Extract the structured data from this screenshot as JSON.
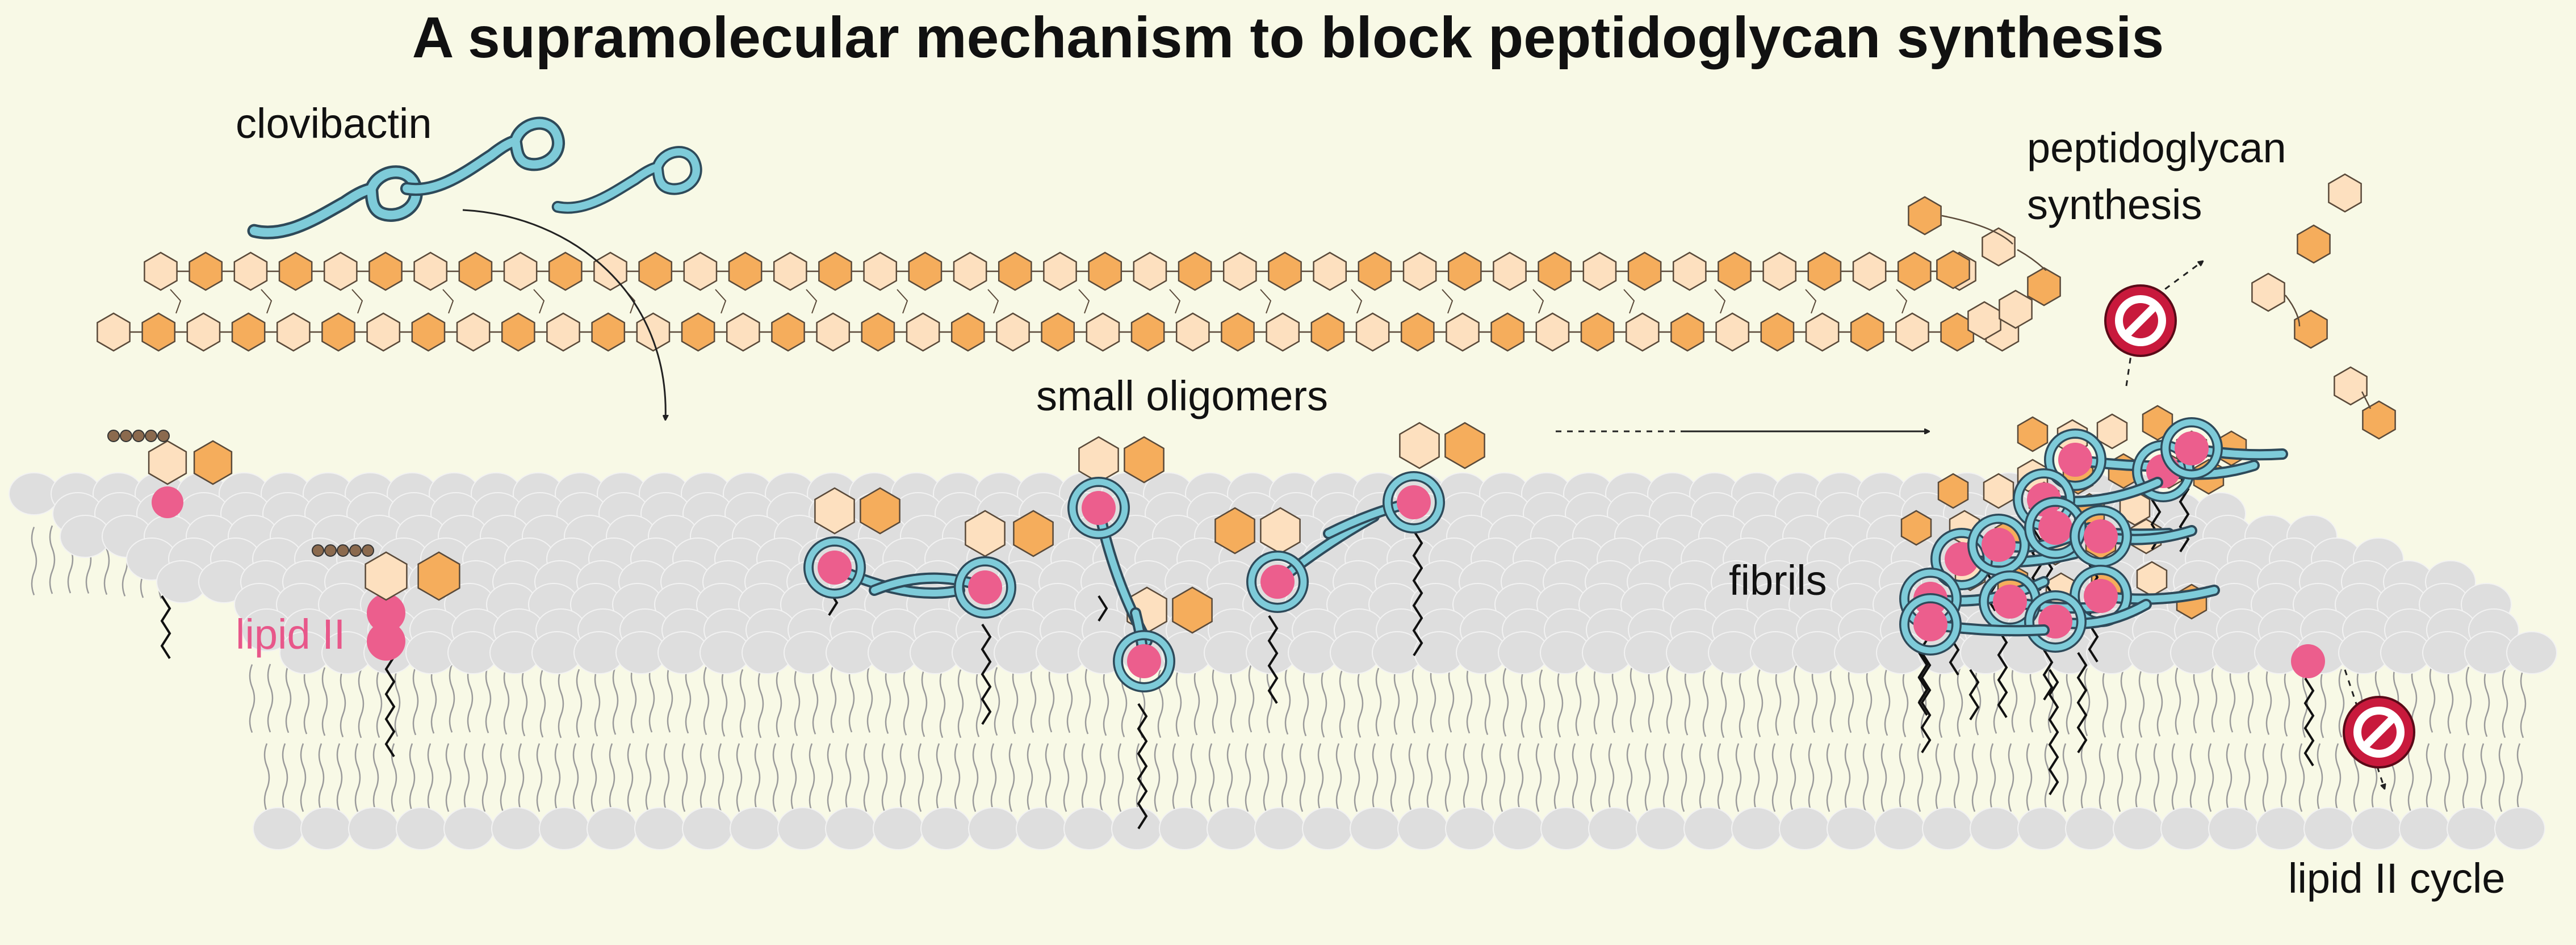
{
  "title": "A supramolecular mechanism to block peptidoglycan synthesis",
  "labels": {
    "clovibactin": "clovibactin",
    "small_oligomers": "small oligomers",
    "peptidoglycan_line1": "peptidoglycan",
    "peptidoglycan_line2": "synthesis",
    "fibrils": "fibrils",
    "lipid_ii": "lipid II",
    "lipid_ii_cycle": "lipid II cycle"
  },
  "colors": {
    "background": "#f8f9e6",
    "light_sugar": "#fde0bf",
    "dark_sugar": "#f5ad5c",
    "sugar_stroke": "#5a4a3a",
    "clovibactin_fill": "#7ecbd9",
    "clovibactin_stroke": "#2e4a5a",
    "pyrophosphate": "#ec5e8d",
    "lipid_head": "#dedede",
    "lipid_tail": "#9a9a9a",
    "prohibited": "#c8193c",
    "isoprenoid_beads": "#8b6a4e"
  },
  "icons": [
    "no-entry-icon",
    "no-entry-icon"
  ]
}
